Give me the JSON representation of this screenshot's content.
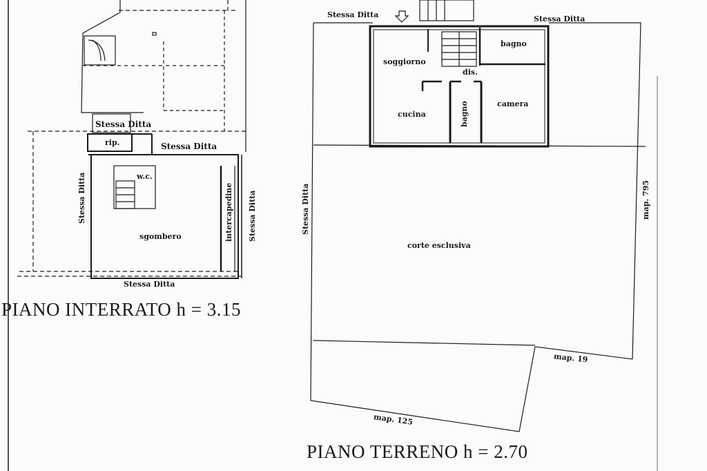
{
  "basement": {
    "title": "PIANO INTERRATO h = 3.15",
    "labels": {
      "stessa_ditta_top": "Stessa Ditta",
      "stessa_ditta_mid": "Stessa Ditta",
      "stessa_ditta_bottom": "Stessa Ditta",
      "stessa_ditta_left": "Stessa Ditta",
      "stessa_ditta_right": "Stessa Ditta",
      "rip": "rip.",
      "wc": "w.c.",
      "sgombero": "sgombero",
      "intercapedine": "intercapedine"
    }
  },
  "ground": {
    "title": "PIANO TERRENO h = 2.70",
    "labels": {
      "stessa_ditta_top_left": "Stessa Ditta",
      "stessa_ditta_top_right": "Stessa Ditta",
      "stessa_ditta_left": "Stessa Ditta",
      "soggiorno": "soggiorno",
      "bagno_top": "bagno",
      "dis": "dis.",
      "cucina": "cucina",
      "bagno_small": "bagno",
      "camera": "camera",
      "corte_esclusiva": "corte esclusiva",
      "map_795": "map. 795",
      "map_19": "map. 19",
      "map_125": "map. 125"
    }
  }
}
